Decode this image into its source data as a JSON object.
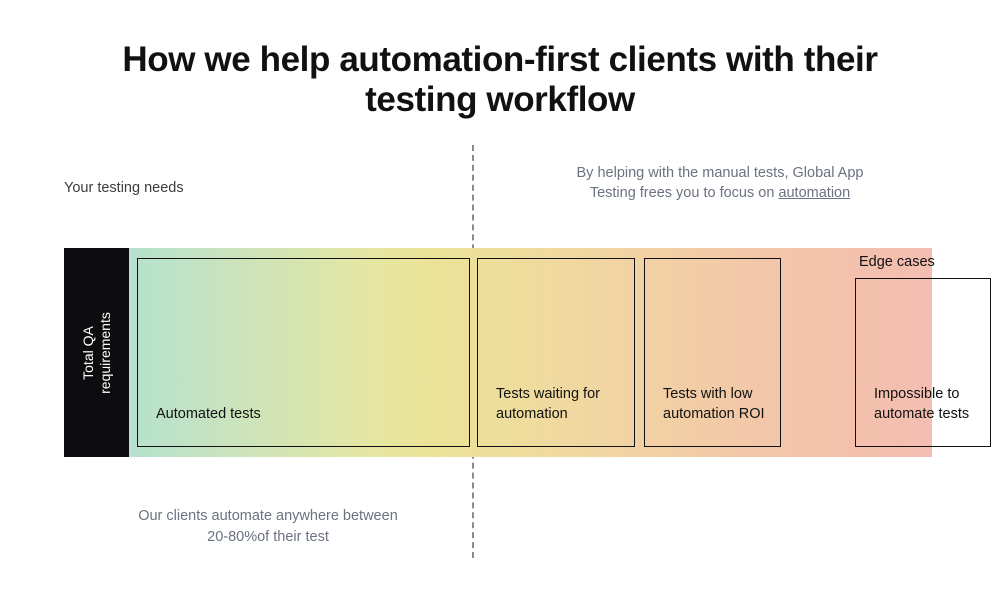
{
  "title": {
    "prefix": "How we help ",
    "emphasis": "automation-first",
    "suffix": " clients with their testing workflow"
  },
  "annotations": {
    "left_note": "Your testing needs",
    "right_note_line1": "By helping with the manual tests, Global App",
    "right_note_line2_prefix": "Testing frees you to focus on ",
    "right_note_link": "automation",
    "bottom_note_line1": "Our clients automate anywhere between",
    "bottom_note_line2": "20-80%of their test"
  },
  "band": {
    "axis_label_line1": "Total QA",
    "axis_label_line2": "requirements",
    "edge_cases_label": "Edge cases",
    "segments": [
      {
        "label": "Automated tests"
      },
      {
        "label": "Tests waiting for automation"
      },
      {
        "label": "Tests with low automation ROI"
      },
      {
        "label": "Impossible to automate tests"
      }
    ]
  },
  "colors": {
    "black_bar": "#0d0d0f",
    "gradient_start": "#b6e1ce",
    "gradient_mid": "#ece297",
    "gradient_end": "#f4bdb1",
    "muted_text": "#6b7280",
    "divider": "#8a8a8a"
  }
}
